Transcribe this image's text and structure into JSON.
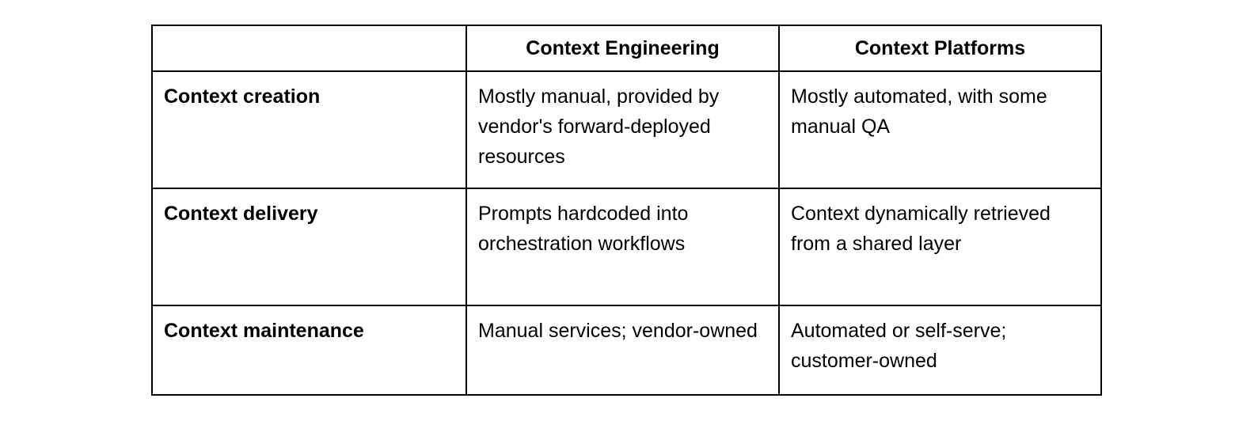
{
  "table": {
    "columns": [
      "",
      "Context Engineering",
      "Context Platforms"
    ],
    "rows": [
      {
        "label": "Context creation",
        "context_engineering": "Mostly manual, provided by vendor's forward-deployed resources",
        "context_platforms": "Mostly automated, with some manual QA"
      },
      {
        "label": "Context delivery",
        "context_engineering": "Prompts hardcoded into orchestration workflows",
        "context_platforms": "Context dynamically retrieved from a shared layer"
      },
      {
        "label": "Context maintenance",
        "context_engineering": "Manual services; vendor-owned",
        "context_platforms": "Automated or self-serve; customer-owned"
      }
    ]
  },
  "colors": {
    "border": "#000000",
    "text": "#000000",
    "background": "#ffffff"
  }
}
